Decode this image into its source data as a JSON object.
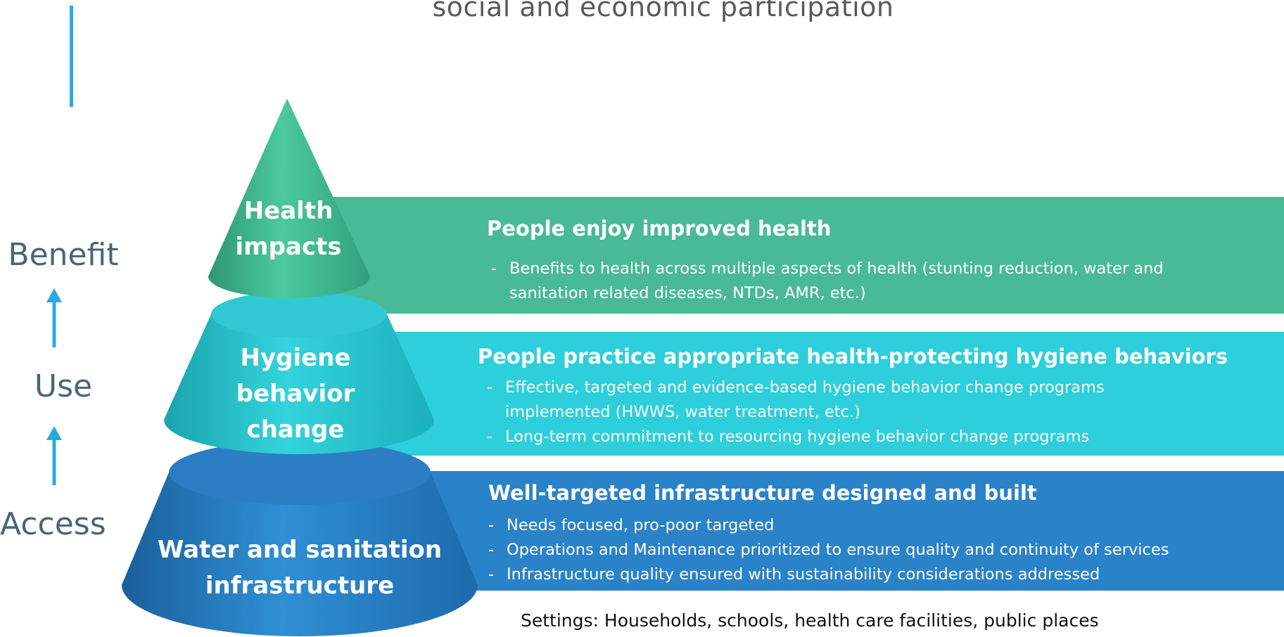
{
  "header": {
    "title": "social and economic participation"
  },
  "side_labels": {
    "benefit": "Benefit",
    "use": "Use",
    "access": "Access"
  },
  "levels": {
    "health": {
      "cone_label_lines": [
        "Health",
        "impacts"
      ],
      "heading": "People enjoy improved health",
      "bullets": [
        [
          "Benefits to health across multiple aspects of health (stunting reduction, water and",
          "sanitation related diseases, NTDs, AMR, etc.)"
        ]
      ]
    },
    "hygiene": {
      "cone_label_lines": [
        "Hygiene",
        "behavior",
        "change"
      ],
      "heading": "People practice appropriate health-protecting hygiene behaviors",
      "bullets": [
        [
          "Effective, targeted and evidence-based hygiene behavior change programs",
          "implemented (HWWS, water treatment, etc.)"
        ],
        [
          "Long-term commitment to resourcing hygiene behavior change programs"
        ]
      ]
    },
    "infrastructure": {
      "cone_label_lines": [
        "Water and sanitation",
        "infrastructure"
      ],
      "heading": "Well-targeted infrastructure designed and built",
      "bullets": [
        [
          "Needs focused, pro-poor targeted"
        ],
        [
          "Operations and Maintenance prioritized to ensure quality and continuity of services"
        ],
        [
          "Infrastructure quality ensured with sustainability considerations addressed"
        ]
      ]
    }
  },
  "bullet_marker": "-",
  "footer": {
    "settings": "Settings: Households, schools, health care facilities, public places"
  },
  "colors": {
    "health_band": "#48ba95",
    "hygiene_band": "#2ccfdb",
    "infrastructure_band": "#2a82c9",
    "accent": "#29a9e0"
  }
}
